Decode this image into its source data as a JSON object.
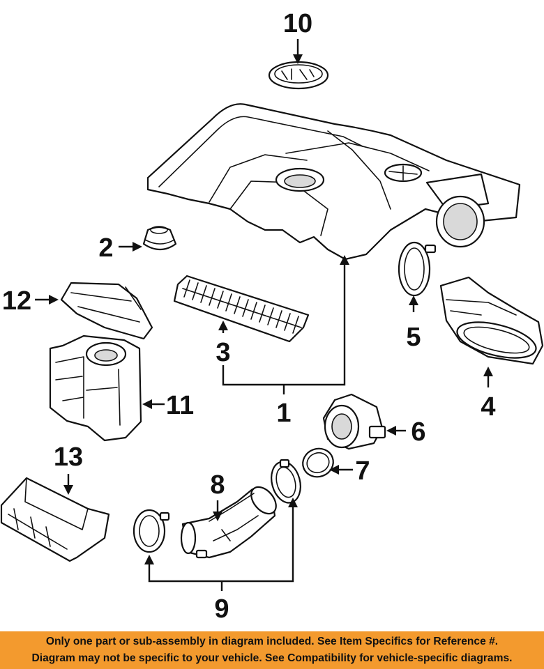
{
  "labels": {
    "l1": "1",
    "l2": "2",
    "l3": "3",
    "l4": "4",
    "l5": "5",
    "l6": "6",
    "l7": "7",
    "l8": "8",
    "l9": "9",
    "l10": "10",
    "l11": "11",
    "l12": "12",
    "l13": "13"
  },
  "footer": {
    "line1": "Only one part or sub-assembly in diagram included. See Item Specifics for Reference #.",
    "line2": "Diagram may not be specific to your vehicle. See Compatibility for vehicle-specific diagrams."
  },
  "colors": {
    "footer_bg": "#f39a2e",
    "line": "#111111"
  }
}
